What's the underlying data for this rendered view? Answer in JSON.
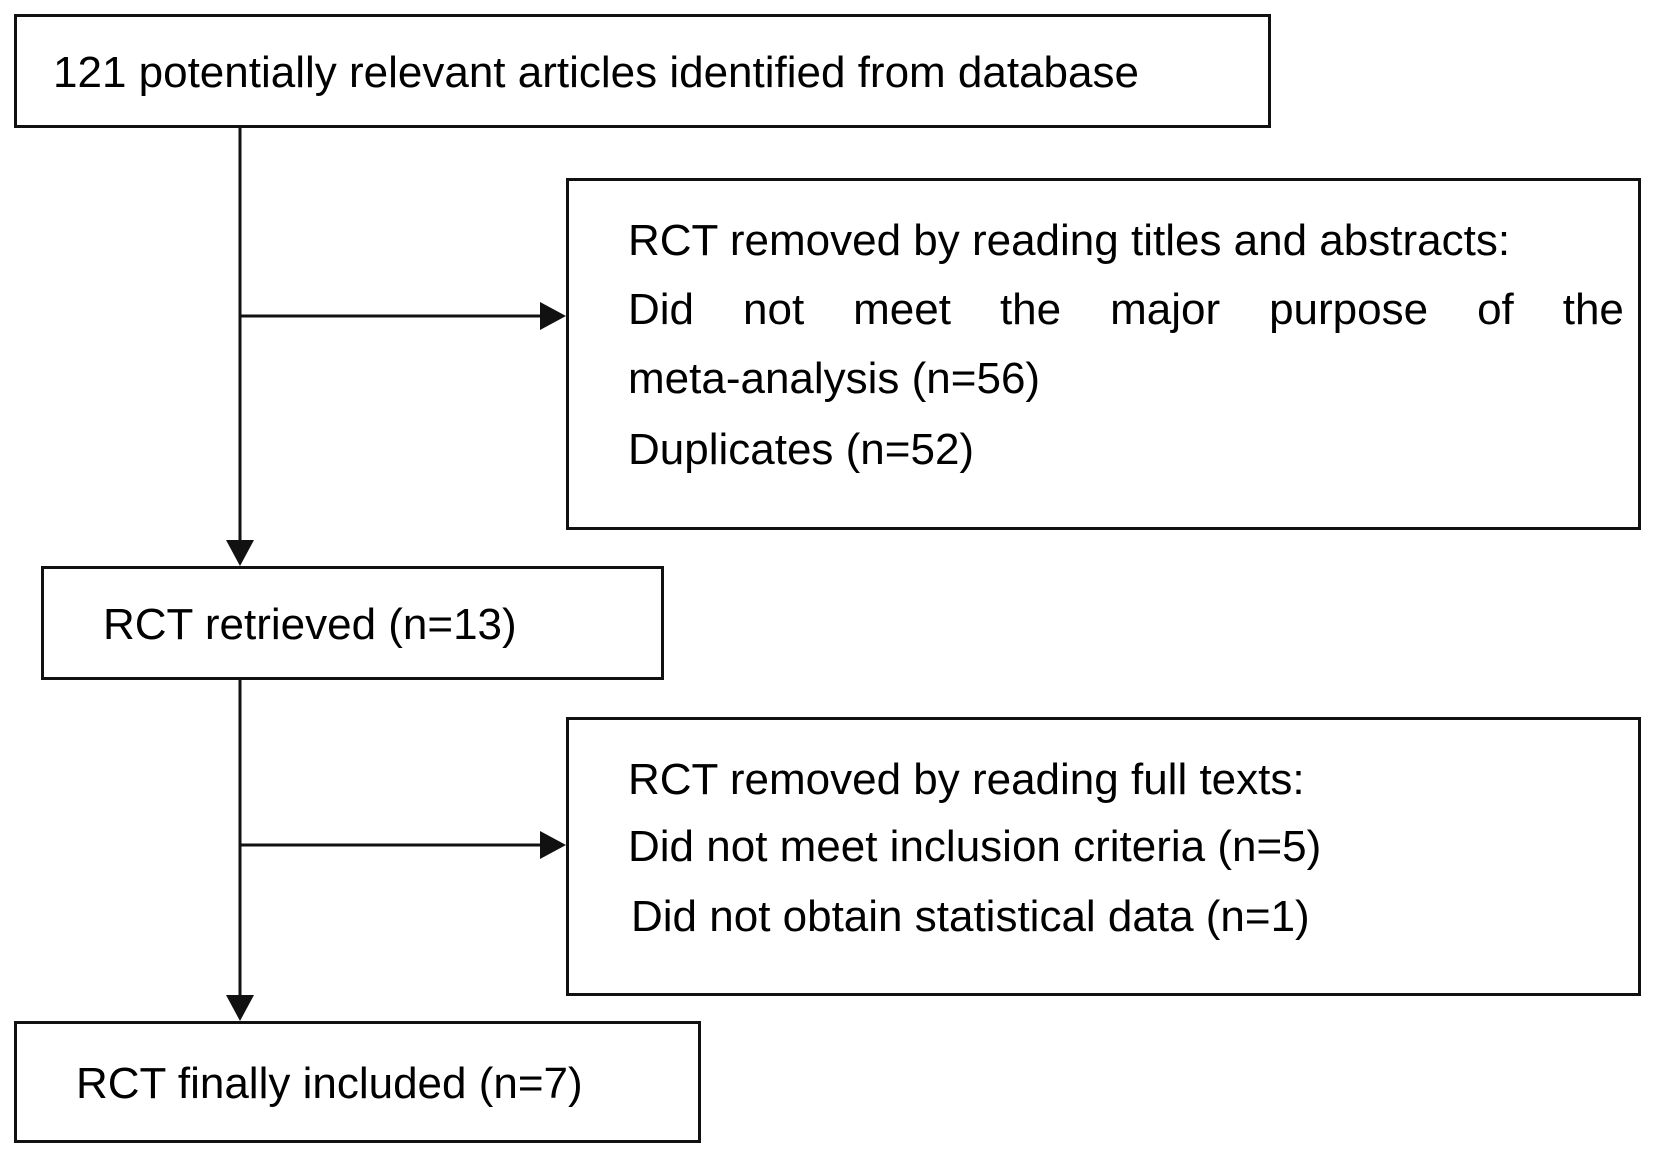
{
  "flowchart": {
    "identified": {
      "text": "121 potentially relevant articles identified from database"
    },
    "removed_first": {
      "heading": "RCT removed by reading titles and abstracts:",
      "reason_1_words": [
        "Did",
        "not",
        "meet",
        "the",
        "major",
        "purpose",
        "of",
        "the"
      ],
      "reason_1_cont": "meta-analysis (n=56)",
      "reason_2": "Duplicates (n=52)"
    },
    "retrieved": {
      "text": "RCT retrieved (n=13)"
    },
    "removed_second": {
      "heading": "RCT removed by reading full texts:",
      "reason_1": "Did not meet inclusion criteria (n=5)",
      "reason_2": "Did not obtain statistical data (n=1)"
    },
    "included": {
      "text": "RCT finally included (n=7)"
    }
  },
  "colors": {
    "line": "#111111",
    "background": "#ffffff",
    "text": "#000000"
  }
}
